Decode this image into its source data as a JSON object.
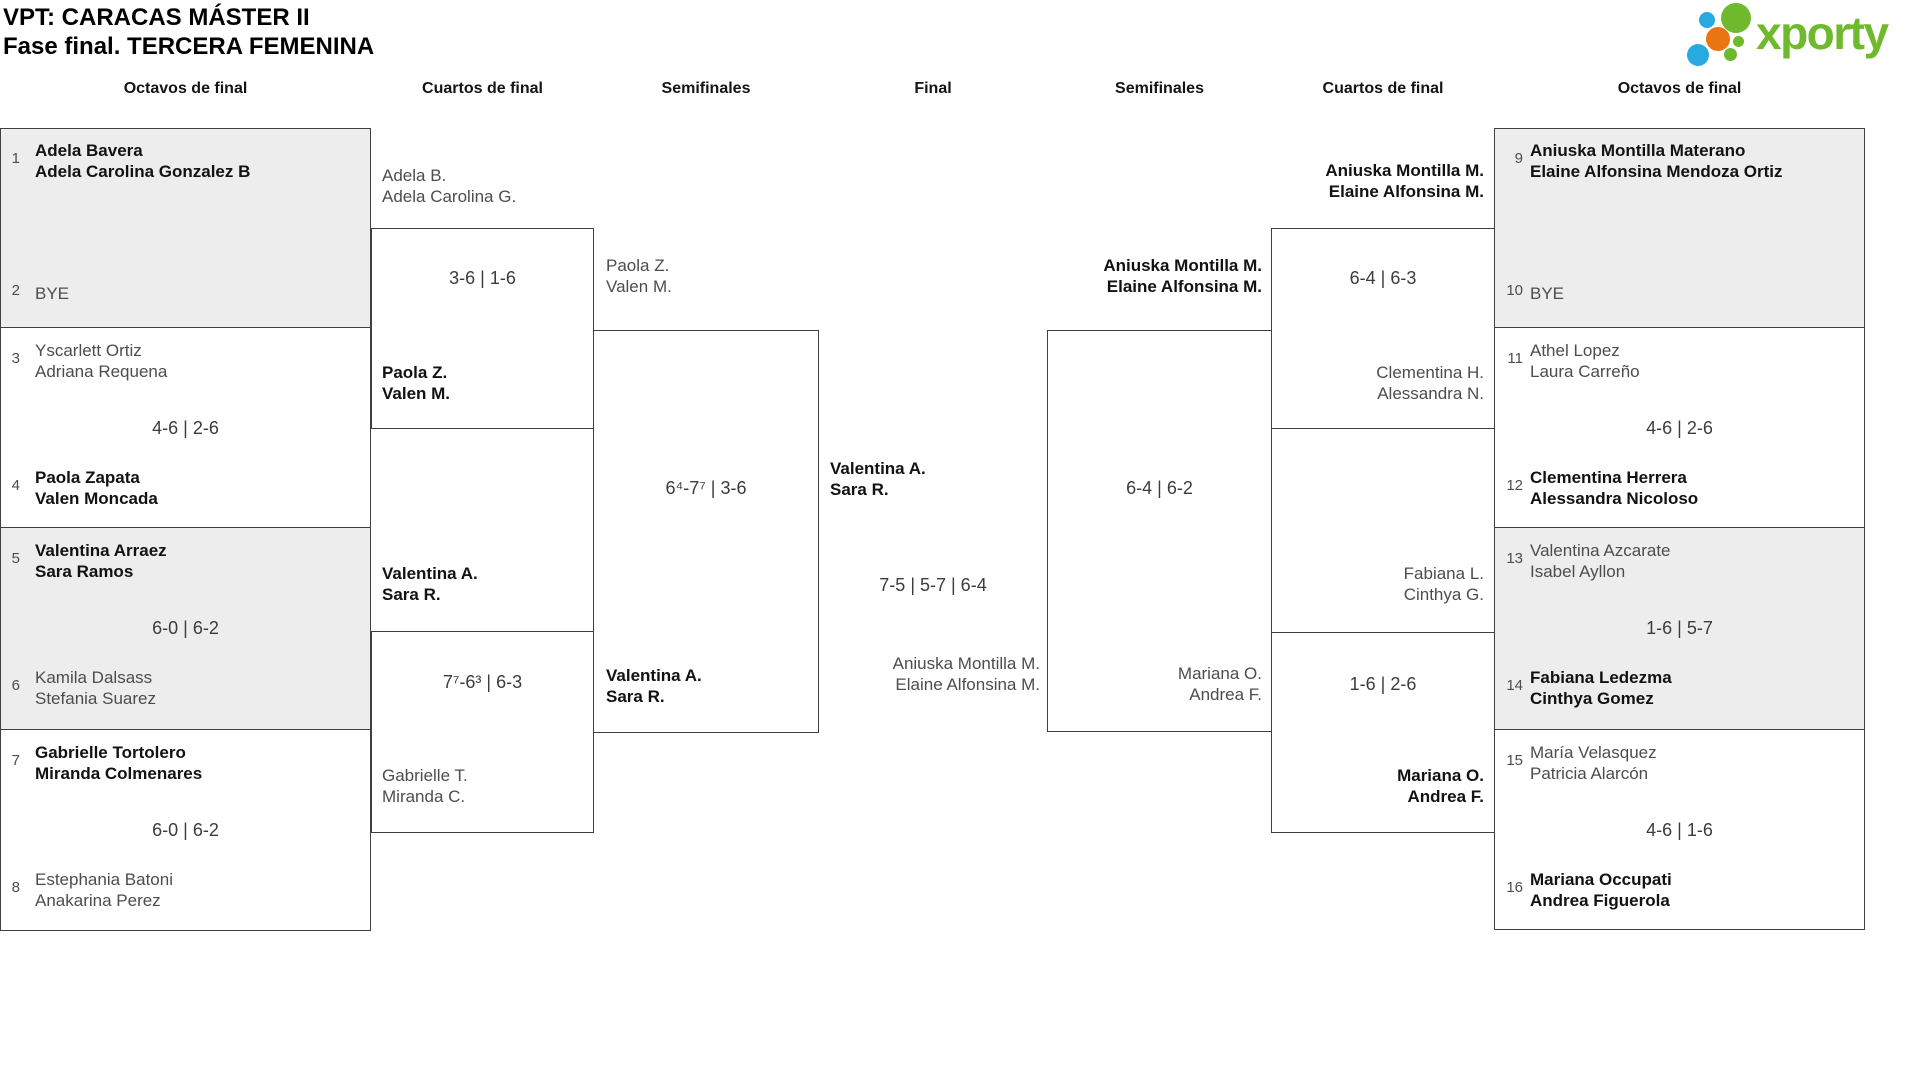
{
  "title": {
    "line1": "VPT: CARACAS MÁSTER II",
    "line2": "Fase final. TERCERA FEMENINA"
  },
  "logo": {
    "text": "xporty",
    "green": "#6fb92c",
    "blue": "#29a9e1",
    "orange": "#ea7512"
  },
  "headers": [
    "Octavos de final",
    "Cuartos de final",
    "Semifinales",
    "Final",
    "Semifinales",
    "Cuartos de final",
    "Octavos de final"
  ],
  "l16": {
    "m1": {
      "seed_a": "1",
      "a1": "Adela Bavera",
      "a2": "Adela Carolina Gonzalez B",
      "seed_b": "2",
      "b1": "BYE"
    },
    "m2": {
      "seed_a": "3",
      "a1": "Yscarlett Ortiz",
      "a2": "Adriana Requena",
      "score": "4-6 | 2-6",
      "seed_b": "4",
      "b1": "Paola Zapata",
      "b2": "Valen Moncada"
    },
    "m3": {
      "seed_a": "5",
      "a1": "Valentina Arraez",
      "a2": "Sara Ramos",
      "score": "6-0 | 6-2",
      "seed_b": "6",
      "b1": "Kamila Dalsass",
      "b2": "Stefania Suarez"
    },
    "m4": {
      "seed_a": "7",
      "a1": "Gabrielle Tortolero",
      "a2": "Miranda Colmenares",
      "score": "6-0 | 6-2",
      "seed_b": "8",
      "b1": "Estephania Batoni",
      "b2": "Anakarina Perez"
    }
  },
  "lqf": {
    "m1": {
      "a1": "Adela B.",
      "a2": "Adela Carolina G.",
      "score": "3-6 | 1-6",
      "b1": "Paola Z.",
      "b2": "Valen M."
    },
    "m2": {
      "a1": "Valentina A.",
      "a2": "Sara R.",
      "score": "7⁷-6³ | 6-3",
      "b1": "Gabrielle T.",
      "b2": "Miranda C."
    }
  },
  "lsf": {
    "a1": "Paola Z.",
    "a2": "Valen M.",
    "score": "6⁴-7⁷ | 3-6",
    "b1": "Valentina A.",
    "b2": "Sara R."
  },
  "fin": {
    "a1": "Valentina A.",
    "a2": "Sara R.",
    "score": "7-5 | 5-7 | 6-4",
    "b1": "Aniuska Montilla M.",
    "b2": "Elaine Alfonsina M."
  },
  "rsf": {
    "a1": "Aniuska Montilla M.",
    "a2": "Elaine Alfonsina M.",
    "score": "6-4 | 6-2",
    "b1": "Mariana O.",
    "b2": "Andrea F."
  },
  "rqf": {
    "m1": {
      "a1": "Aniuska Montilla M.",
      "a2": "Elaine Alfonsina M.",
      "score": "6-4 | 6-3",
      "b1": "Clementina H.",
      "b2": "Alessandra N."
    },
    "m2": {
      "a1": "Fabiana L.",
      "a2": "Cinthya G.",
      "score": "1-6 | 2-6",
      "b1": "Mariana O.",
      "b2": "Andrea F."
    }
  },
  "r16": {
    "m1": {
      "seed_a": "9",
      "a1": "Aniuska Montilla Materano",
      "a2": "Elaine Alfonsina Mendoza Ortiz",
      "seed_b": "10",
      "b1": "BYE"
    },
    "m2": {
      "seed_a": "11",
      "a1": "Athel Lopez",
      "a2": "Laura Carreño",
      "score": "4-6 | 2-6",
      "seed_b": "12",
      "b1": "Clementina Herrera",
      "b2": "Alessandra Nicoloso"
    },
    "m3": {
      "seed_a": "13",
      "a1": "Valentina Azcarate",
      "a2": "Isabel Ayllon",
      "score": "1-6 | 5-7",
      "seed_b": "14",
      "b1": "Fabiana Ledezma",
      "b2": "Cinthya Gomez"
    },
    "m4": {
      "seed_a": "15",
      "a1": "María Velasquez",
      "a2": "Patricia Alarcón",
      "score": "4-6 | 1-6",
      "seed_b": "16",
      "b1": "Mariana Occupati",
      "b2": "Andrea Figuerola"
    }
  }
}
